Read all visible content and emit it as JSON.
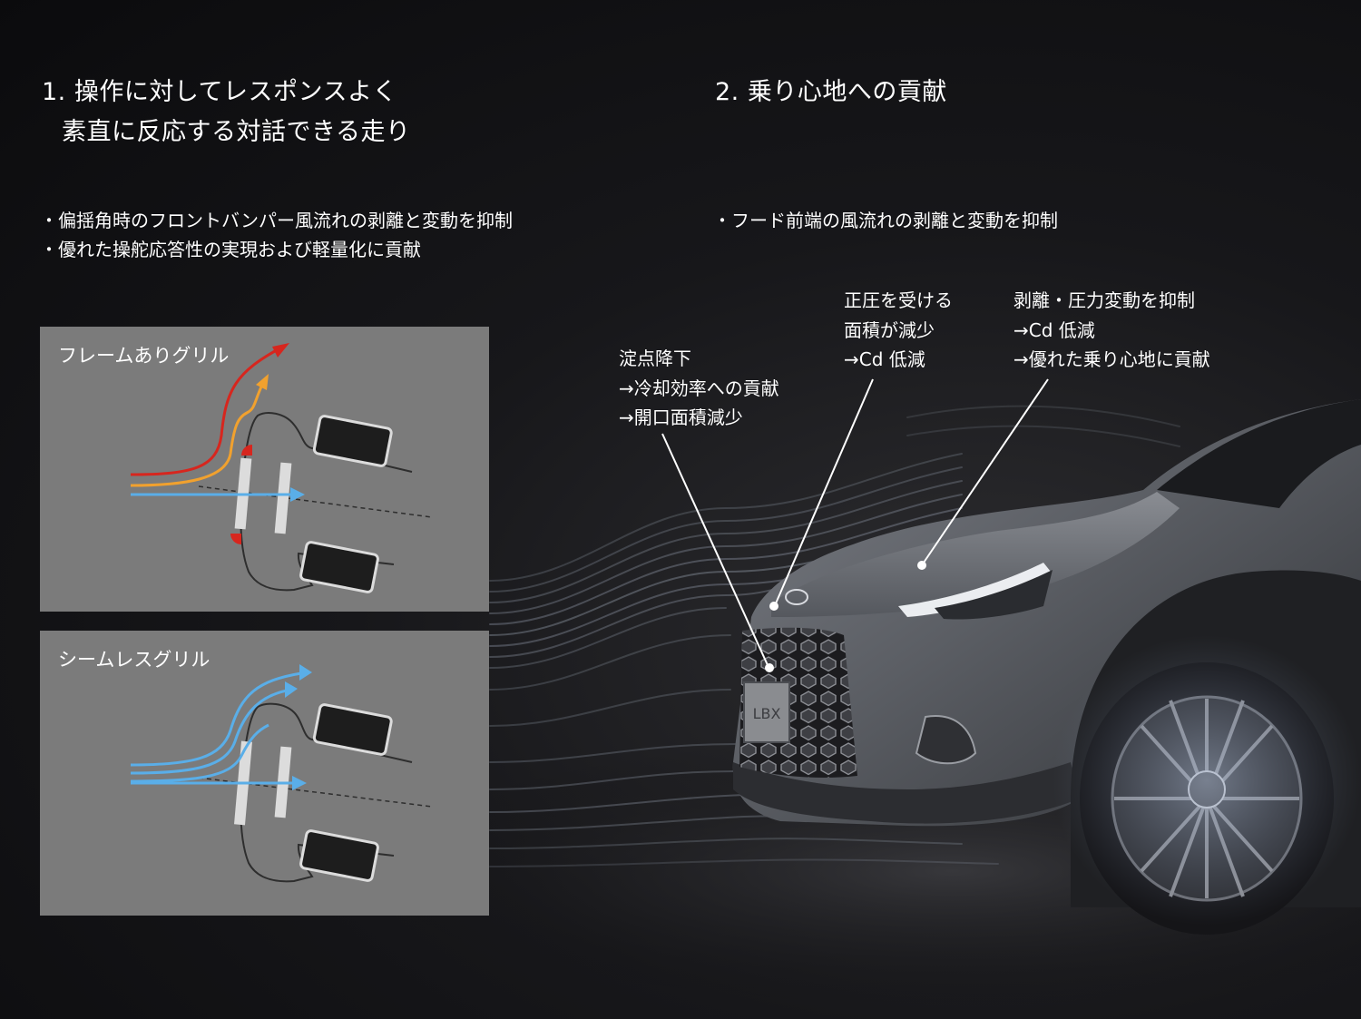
{
  "section1": {
    "heading_line1": "1. 操作に対してレスポンスよく",
    "heading_line2": "素直に反応する対話できる走り",
    "bullets": [
      "・偏揺角時のフロントバンパー風流れの剥離と変動を抑制",
      "・優れた操舵応答性の実現および軽量化に貢献"
    ]
  },
  "section2": {
    "heading": "2. 乗り心地への貢献",
    "bullets": [
      "・フード前端の風流れの剥離と変動を抑制"
    ]
  },
  "panels": [
    {
      "title": "フレームありグリル"
    },
    {
      "title": "シームレスグリル"
    }
  ],
  "callouts": {
    "grille": [
      "淀点降下",
      "→冷却効率への貢献",
      "→開口面積減少"
    ],
    "pressure": [
      "正圧を受ける",
      "面積が減少",
      "→Cd 低減"
    ],
    "separation": [
      "剥離・圧力変動を抑制",
      "→Cd 低減",
      "→優れた乗り心地に貢献"
    ]
  },
  "vehicle": {
    "plate_text": "LBX"
  },
  "colors": {
    "background": "#0b0b0d",
    "panel": "#7b7b7b",
    "flow_red": "#d7261e",
    "flow_orange": "#f1a12e",
    "flow_blue": "#5aaee8",
    "car_body": "#5e6066"
  }
}
